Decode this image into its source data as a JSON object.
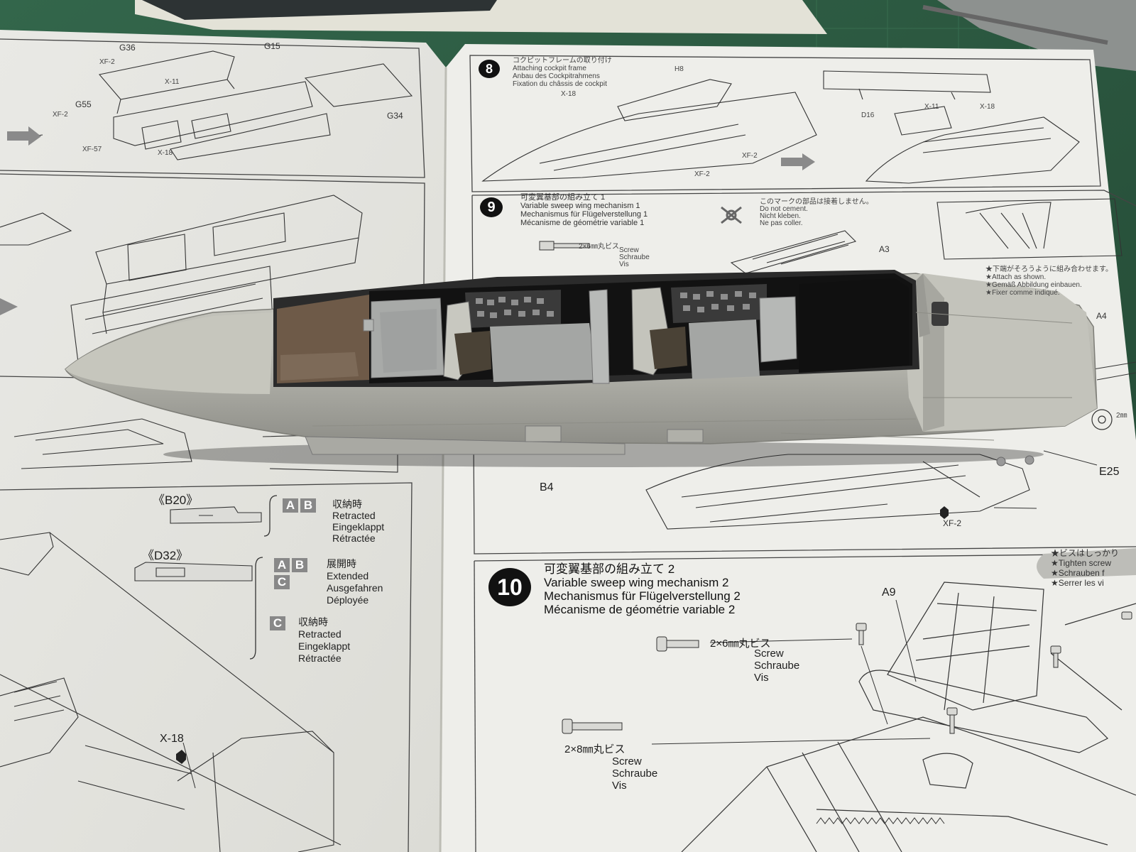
{
  "page_left": {
    "part_labels": [
      "G36",
      "G15",
      "G55",
      "G34"
    ],
    "paint_codes": [
      "XF-2",
      "X-11",
      "XF-57",
      "X-18",
      "XF-2"
    ],
    "steps": [
      {
        "tag": "《B20》",
        "boxes": [
          "A",
          "B"
        ],
        "lines": [
          "収納時",
          "Retracted",
          "Eingeklappt",
          "Rétractée"
        ]
      },
      {
        "tag": "《D32》",
        "boxes": [
          "A",
          "B",
          "C"
        ],
        "lines": [
          "展開時",
          "Extended",
          "Ausgefahren",
          "Déployée"
        ]
      },
      {
        "tag": "",
        "boxes": [
          "C"
        ],
        "lines": [
          "収納時",
          "Retracted",
          "Eingeklappt",
          "Rétractée"
        ]
      }
    ],
    "x18_label": "X-18"
  },
  "page_right": {
    "step8": {
      "number": "8",
      "lines": [
        "コクピットフレームの取り付け",
        "Attaching cockpit frame",
        "Anbau des Cockpitrahmens",
        "Fixation du châssis de cockpit"
      ],
      "part_labels": [
        "H8",
        "D16",
        "X-18",
        "XF-2",
        "XF-2",
        "X-11",
        "X-18"
      ]
    },
    "step9": {
      "number": "9",
      "lines": [
        "可変翼基部の組み立て 1",
        "Variable sweep wing mechanism 1",
        "Mechanismus für Flügelverstellung 1",
        "Mécanisme de géométrie variable 1"
      ],
      "caution": [
        "このマークの部品は接着しません。",
        "Do not cement.",
        "Nicht kleben.",
        "Ne pas coller."
      ],
      "screw": {
        "size": "2×6㎜丸ビス",
        "words": [
          "Screw",
          "Schraube",
          "Vis"
        ]
      },
      "notes": [
        "★下端がそろうように組み合わせます。",
        "★Attach as shown.",
        "★Gemäß Abbildung einbauen.",
        "★Fixer comme indiqué."
      ],
      "part_labels": [
        "A3",
        "A4",
        "E25",
        "B4",
        "XF-2"
      ]
    },
    "step10": {
      "number": "10",
      "lines": [
        "可変翼基部の組み立て 2",
        "Variable sweep wing mechanism 2",
        "Mechanismus für Flügelverstellung 2",
        "Mécanisme de géométrie variable 2"
      ],
      "screw_a": {
        "size": "2×6㎜丸ビス",
        "words": [
          "Screw",
          "Schraube",
          "Vis"
        ]
      },
      "screw_b": {
        "size": "2×8㎜丸ビス",
        "words": [
          "Screw",
          "Schraube",
          "Vis"
        ]
      },
      "part_label": "A9",
      "tips": [
        "★ビスはしっかり",
        "★Tighten screw",
        "★Schrauben f",
        "★Serrer les vi"
      ]
    },
    "misc": [
      "2㎜"
    ]
  },
  "colors": {
    "mat": "#2f5a43",
    "paper": "#ecece8",
    "fuselage": "#b9b9b0",
    "interior": "#a8aaa8",
    "cockpit_dark": "#1b1b1b",
    "bulkhead_brown": "#6e5a48"
  }
}
